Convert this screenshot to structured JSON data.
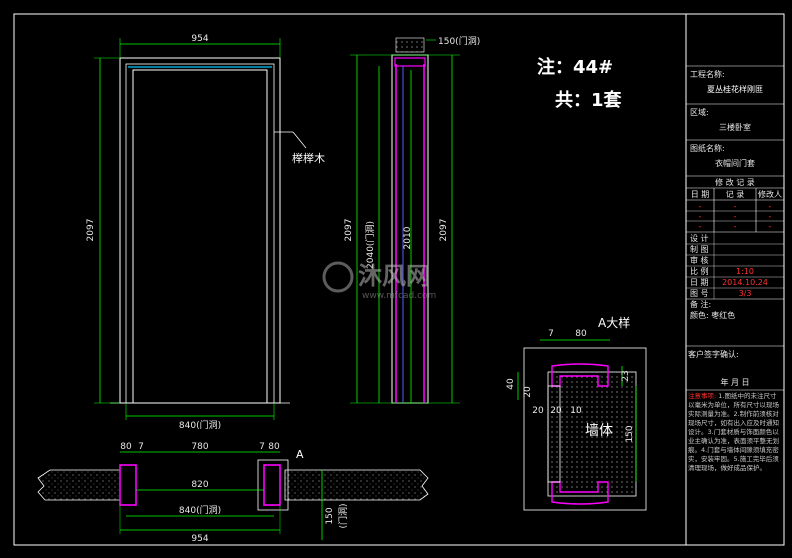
{
  "annotations": {
    "note_count": "注：44#",
    "note_total": "共：1套",
    "material_label": "榉榉木",
    "detail_title": "A大样",
    "section_marker": "A",
    "wall_label": "墙体"
  },
  "dimensions": {
    "elevation_width": "954",
    "elevation_height_left": "2097",
    "elevation_opening": "840(门洞)",
    "side_top": "150(门洞)",
    "side_h1": "2097",
    "side_h2": "2040(门洞)",
    "side_h3": "2010",
    "side_h4": "2097",
    "plan_top": [
      "80",
      "7",
      "780",
      "7",
      "80"
    ],
    "plan_mid": "820",
    "plan_opening": "840(门洞)",
    "plan_bottom": "954",
    "plan_side": "150",
    "plan_side_note": "(门洞)",
    "detail_top": [
      "7",
      "80"
    ],
    "detail_left": [
      "40",
      "20",
      "20"
    ],
    "detail_inner": [
      "20",
      "10"
    ],
    "detail_right": [
      "23",
      "150"
    ]
  },
  "title_block": {
    "project_label": "工程名称:",
    "project_value": "夏丛桂花样刚匪",
    "area_label": "区域:",
    "area_value": "三楼卧室",
    "drawing_label": "图纸名称:",
    "drawing_value": "衣帽间门套",
    "revision_header": "修 改 记 录",
    "revision_cols": [
      "日 期",
      "记 录",
      "修改人"
    ],
    "revision_rows": [
      [
        "-",
        "-",
        "-"
      ],
      [
        "-",
        "-",
        "-"
      ],
      [
        "-",
        "-",
        "-"
      ]
    ],
    "fields": [
      {
        "label": "设 计",
        "value": ""
      },
      {
        "label": "制 图",
        "value": ""
      },
      {
        "label": "审 核",
        "value": ""
      },
      {
        "label": "比 例",
        "value": "1:10"
      },
      {
        "label": "日 期",
        "value": "2014.10.24"
      },
      {
        "label": "图 号",
        "value": "3/3"
      }
    ],
    "remark_label": "备 注:",
    "remark_value": "颜色: 枣红色",
    "client_sign": "客户签字确认:",
    "date_line": "年    月    日",
    "notes_title": "注意事项:",
    "notes_text": "1.图纸中的未注尺寸以毫米为单位，所有尺寸以现场实际测量为准。2.制作前须核对现场尺寸，如有出入应及时通知设计。3.门套材质与饰面颜色以业主确认为准，表面须平整无划痕。4.门套与墙体间隙须填充密实，安装牢固。5.施工完毕后须清理现场，做好成品保护。"
  },
  "watermark": {
    "brand": "沐风网",
    "url": "www.mfcad.com"
  },
  "colors": {
    "background": "#000000",
    "frame": "#ffffff",
    "dimension": "#00ff00",
    "door_outline": "#ffffff",
    "door_accent": "#00c8ff",
    "magenta": "#ff00ff",
    "leader": "#00ffff",
    "title_value": "#ff3030"
  }
}
